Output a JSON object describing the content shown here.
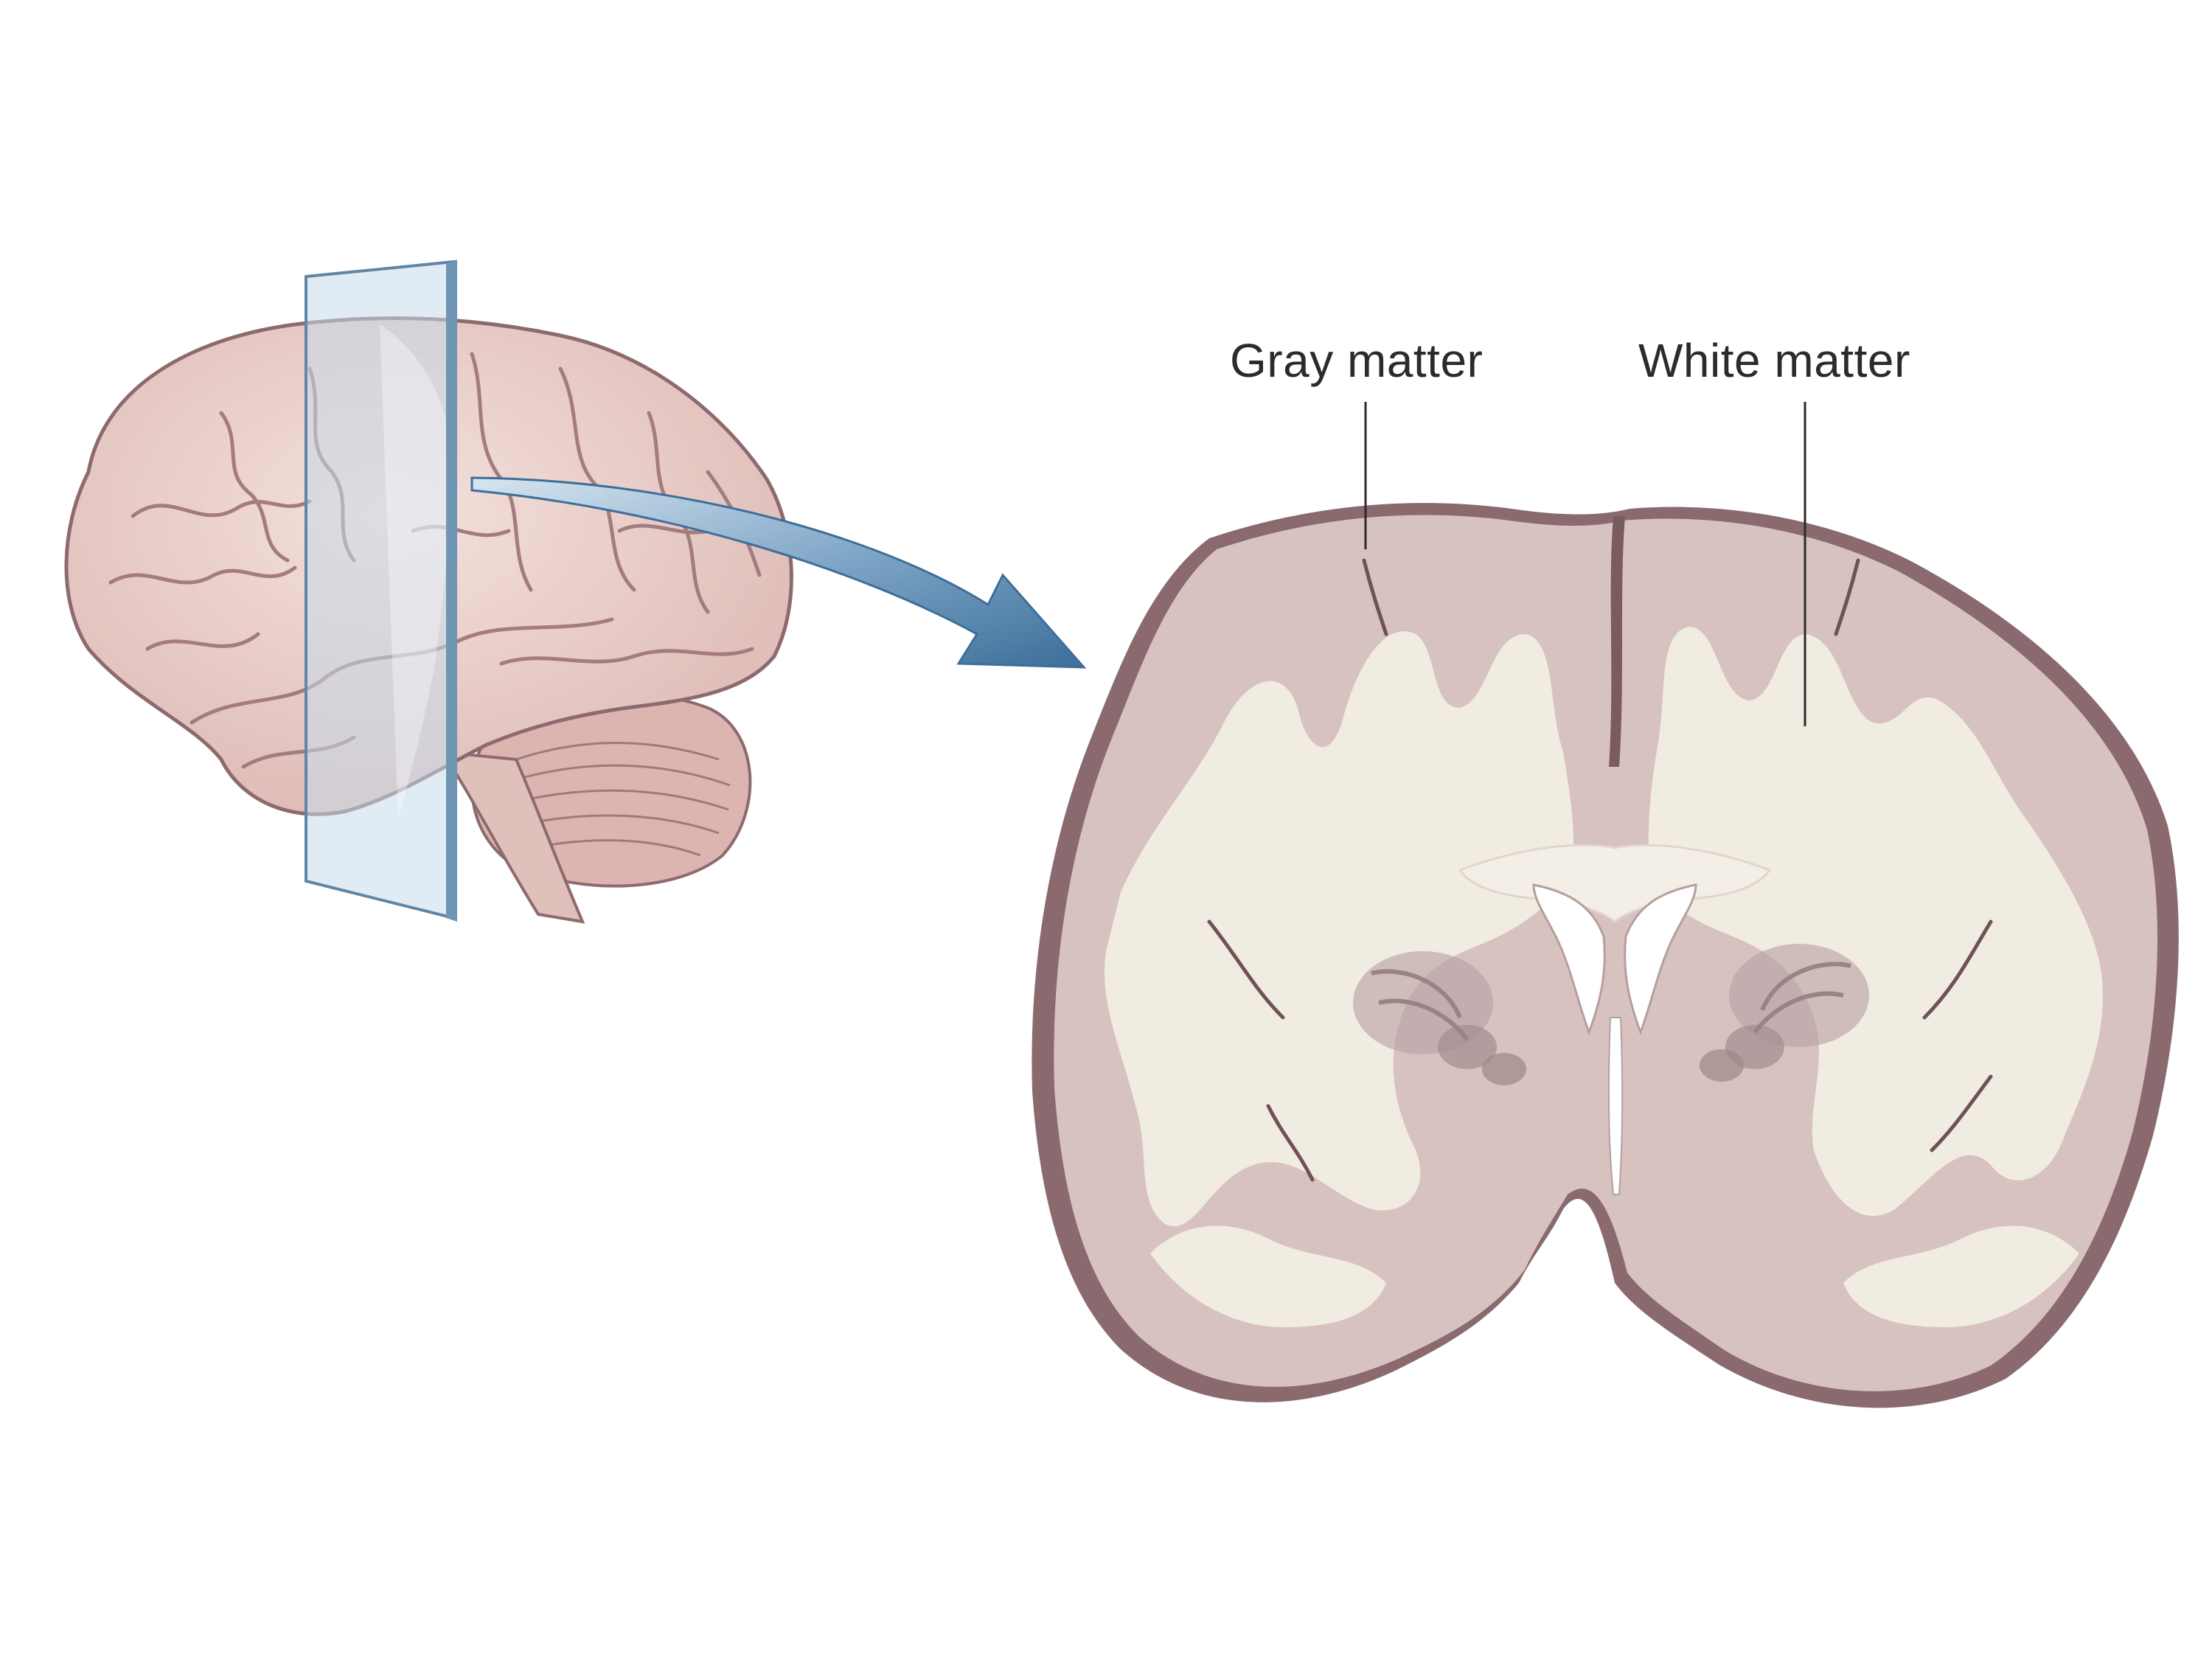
{
  "labels": {
    "gray_matter": "Gray matter",
    "white_matter": "White matter"
  },
  "colors": {
    "background": "#ffffff",
    "gray_matter": "#d8c2c0",
    "gray_matter_edge": "#7a5c60",
    "white_matter": "#f1ece1",
    "brain_surface": "#e9d0cc",
    "brain_sulci": "#9e7478",
    "cutting_plane": "#b9d3e6",
    "arrow": "#4f7fa8",
    "basal_ganglia": "#a99194",
    "label_text": "#2b2b2b"
  },
  "icons": {
    "lateral_brain": "lateral-brain-view",
    "cutting_plane": "coronal-cutting-plane",
    "arrow": "curved-arrow",
    "section": "coronal-brain-section"
  }
}
